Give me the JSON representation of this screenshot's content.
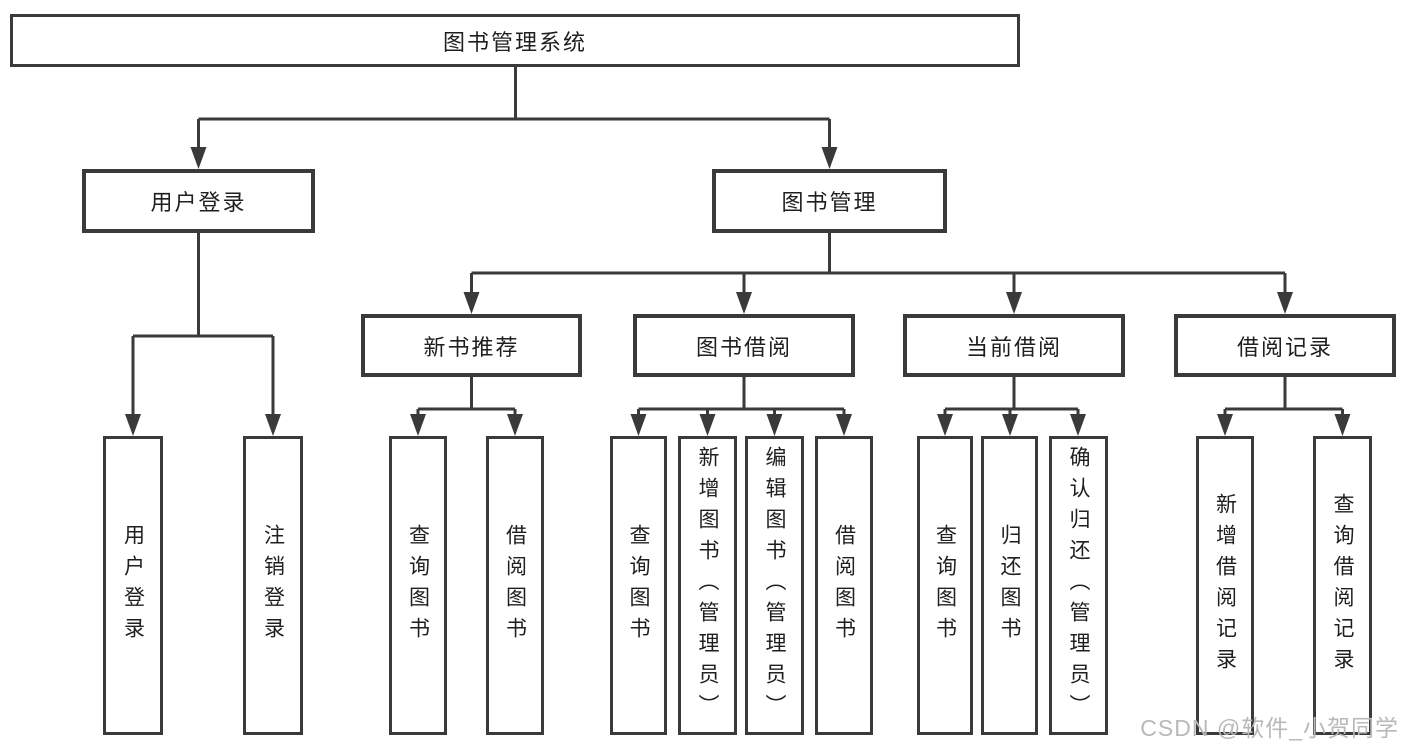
{
  "tree": {
    "label": "图书管理系统",
    "children": [
      {
        "label": "用户登录",
        "children": [
          {
            "label": "用户登录"
          },
          {
            "label": "注销登录"
          }
        ]
      },
      {
        "label": "图书管理",
        "children": [
          {
            "label": "新书推荐",
            "children": [
              {
                "label": "查询图书"
              },
              {
                "label": "借阅图书"
              }
            ]
          },
          {
            "label": "图书借阅",
            "children": [
              {
                "label": "查询图书"
              },
              {
                "label": "新增图书（管理员）"
              },
              {
                "label": "编辑图书（管理员）"
              },
              {
                "label": "借阅图书"
              }
            ]
          },
          {
            "label": "当前借阅",
            "children": [
              {
                "label": "查询图书"
              },
              {
                "label": "归还图书"
              },
              {
                "label": "确认归还（管理员）"
              }
            ]
          },
          {
            "label": "借阅记录",
            "children": [
              {
                "label": "新增借阅记录"
              },
              {
                "label": "查询借阅记录"
              }
            ]
          }
        ]
      }
    ]
  },
  "watermark": {
    "text": "CSDN @软件_小贺同学"
  },
  "colors": {
    "line": "#3a3a3a",
    "text": "#1f1f1f",
    "watermark": "#b9b9b9",
    "background": "#ffffff"
  }
}
